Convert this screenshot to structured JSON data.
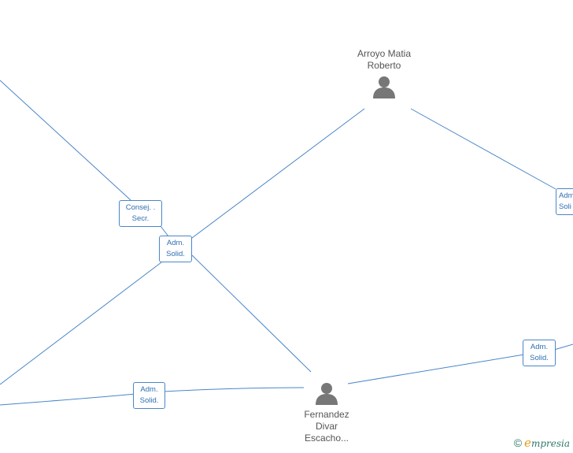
{
  "nodes": {
    "arroyo": {
      "name": "Arroyo Matia\nRoberto",
      "icon": "person-icon"
    },
    "fernandez": {
      "name": "Fernandez\nDivar\nEscacho...",
      "icon": "person-icon"
    }
  },
  "roles": {
    "consej": "Consej. .\nSecr.",
    "adm_center": "Adm.\nSolid.",
    "adm_bottom_left": "Adm.\nSolid.",
    "adm_right": "Adm.\nSolid.",
    "adm_top_right": "Adm.\nSoli"
  },
  "colors": {
    "edge": "#4a86c8",
    "person": "#777777"
  },
  "logo": {
    "copyright": "©",
    "brand_initial": "e",
    "brand_rest": "mpresia"
  }
}
